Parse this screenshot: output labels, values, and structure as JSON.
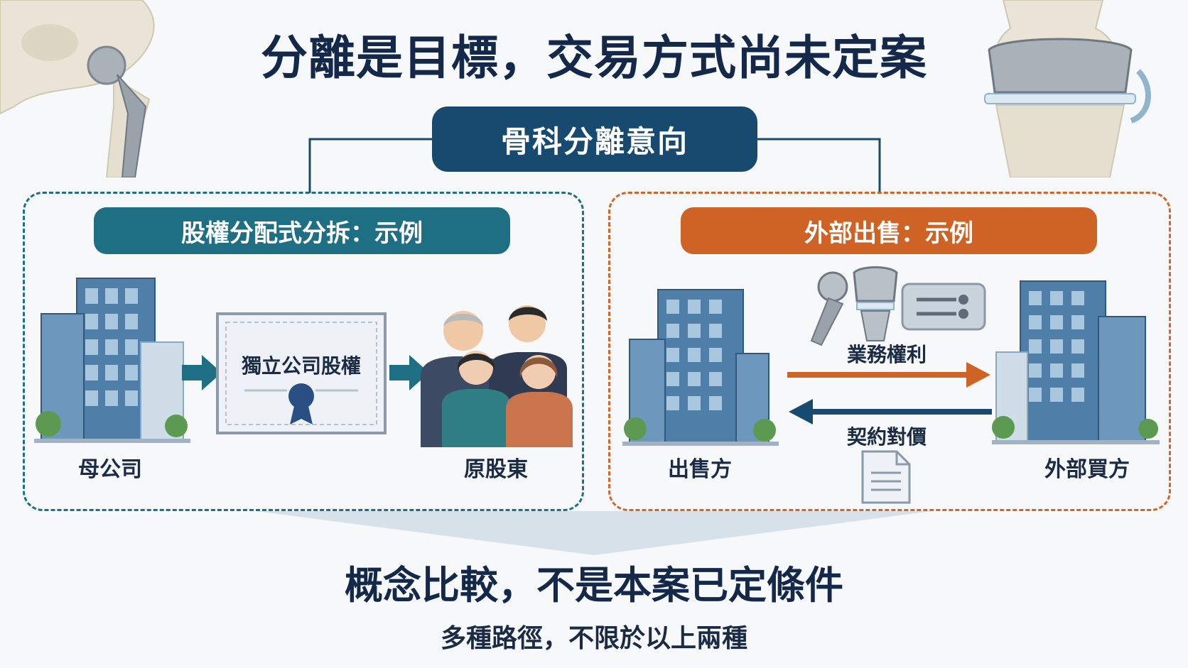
{
  "title": "分離是目標，交易方式尚未定案",
  "intent": "骨科分離意向",
  "left_panel": {
    "heading": "股權分配式分拆：示例",
    "parent_label": "母公司",
    "certificate_label": "獨立公司股權",
    "shareholders_label": "原股東"
  },
  "right_panel": {
    "heading": "外部出售：示例",
    "seller_label": "出售方",
    "buyer_label": "外部買方",
    "forward_label": "業務權利",
    "backward_label": "契約對價"
  },
  "bottom": {
    "title": "概念比較，不是本案已定條件",
    "subtitle": "多種路徑，不限於以上兩種"
  },
  "colors": {
    "navy": "#184a70",
    "teal": "#1e6e84",
    "orange": "#cf6326",
    "building_glass": "#4f7fa8"
  },
  "icons": [
    "hip-implant-icon",
    "knee-implant-icon",
    "building-icon",
    "certificate-icon",
    "people-icon",
    "instrument-tray-icon",
    "document-icon",
    "arrow-right-icon",
    "arrow-left-icon"
  ]
}
